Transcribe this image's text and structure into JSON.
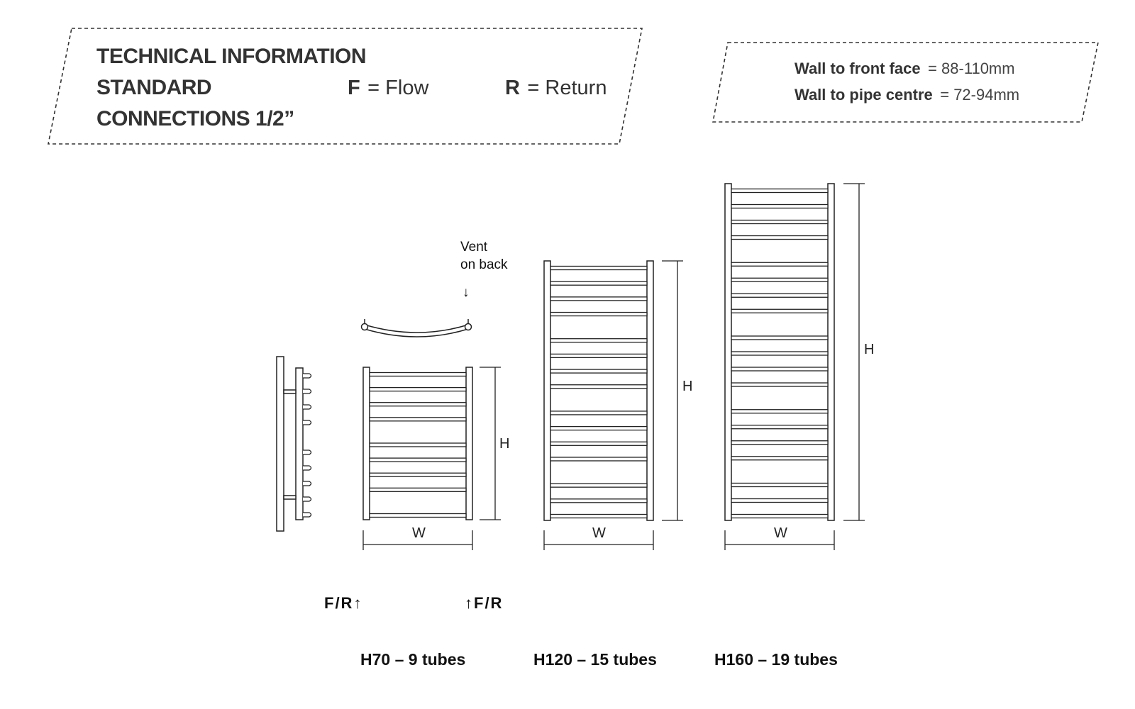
{
  "header": {
    "line1": "TECHNICAL INFORMATION",
    "line2": "STANDARD",
    "line3": "CONNECTIONS 1/2”",
    "flow_key": "F",
    "flow_label": "= Flow",
    "return_key": "R",
    "return_label": "= Return"
  },
  "wall_box": {
    "front_label": "Wall to front face",
    "front_value": "= 88-110mm",
    "pipe_label": "Wall to pipe centre",
    "pipe_value": "= 72-94mm"
  },
  "vent_note": {
    "line1": "Vent",
    "line2": "on back",
    "arrow": "↓"
  },
  "dimension_labels": {
    "height": "H",
    "width": "W"
  },
  "connections": {
    "left": "F/R↑",
    "right": "↑F/R"
  },
  "models": [
    {
      "label": "H70 – 9 tubes",
      "tubes": 9
    },
    {
      "label": "H120 – 15 tubes",
      "tubes": 15
    },
    {
      "label": "H160 – 19 tubes",
      "tubes": 19
    }
  ],
  "colors": {
    "line": "#222222",
    "text": "#333333"
  }
}
